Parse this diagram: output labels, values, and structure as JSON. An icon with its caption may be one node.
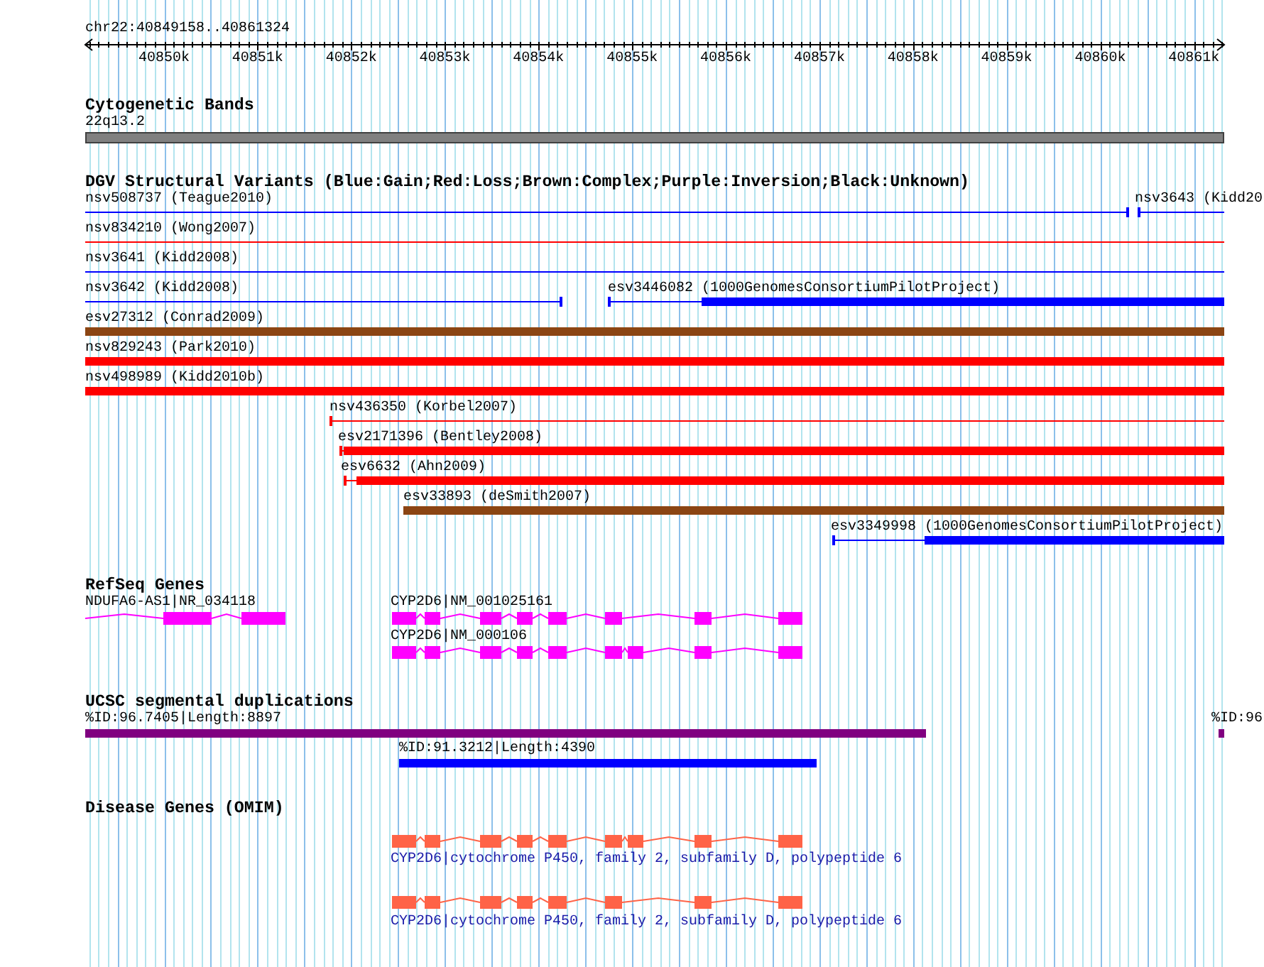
{
  "diagram": {
    "nodes": [
      {
        "text": [
          "22q13.2"
        ]
      },
      {
        "text": [
          "nsv508737 (Teague2010)"
        ]
      },
      {
        "text": [
          "nsv3643 (Kidd20"
        ]
      },
      {
        "text": [
          "nsv834210 (Wong2007)"
        ]
      },
      {
        "text": [
          "nsv3641 (Kidd2008)"
        ]
      },
      {
        "text": [
          "nsv3642 (Kidd2008)"
        ]
      },
      {
        "text": [
          "esv3446082 (1000GenomesConsortiumPilotProject)"
        ]
      },
      {
        "text": [
          "esv27312 (Conrad2009)"
        ]
      },
      {
        "text": [
          "nsv829243 (Park2010)"
        ]
      },
      {
        "text": [
          "nsv498989 (Kidd2010b)"
        ]
      },
      {
        "text": [
          "nsv436350 (Korbel2007)"
        ]
      },
      {
        "text": [
          "esv2171396 (Bentley2008)"
        ]
      },
      {
        "text": [
          "esv6632 (Ahn2009)"
        ]
      },
      {
        "text": [
          "esv33893 (deSmith2007)"
        ]
      },
      {
        "text": [
          "esv3349998 (1000GenomesConsortiumPilotProject)"
        ]
      },
      {
        "text": [
          "NDUFA6-AS1|NR_034118"
        ]
      },
      {
        "text": [
          "CYP2D6|NM_001025161"
        ]
      },
      {
        "text": [
          "CYP2D6|NM_000106"
        ]
      },
      {
        "text": [
          "%ID:96.7405|Length:8897"
        ]
      },
      {
        "text": [
          "%ID:96"
        ]
      },
      {
        "text": [
          "%ID:91.3212|Length:4390"
        ]
      },
      {
        "text": [
          "CYP2D6|cytochrome P450, family 2, subfamily D, polypeptide 6"
        ]
      },
      {
        "text": [
          "CYP2D6|cytochrome P450, family 2, subfamily D, polypeptide 6"
        ]
      }
    ],
    "labels": [
      "chr22:40849158..40861324",
      "40850k",
      "40851k",
      "40852k",
      "40853k",
      "40854k",
      "40855k",
      "40856k",
      "40857k",
      "40858k",
      "40859k",
      "40860k",
      "40861k",
      "Cytogenetic Bands",
      "DGV Structural Variants (Blue:Gain;Red:Loss;Brown:Complex;Purple:Inversion;Black:Unknown)",
      "RefSeq Genes",
      "UCSC segmental duplications",
      "Disease Genes (OMIM)"
    ]
  }
}
